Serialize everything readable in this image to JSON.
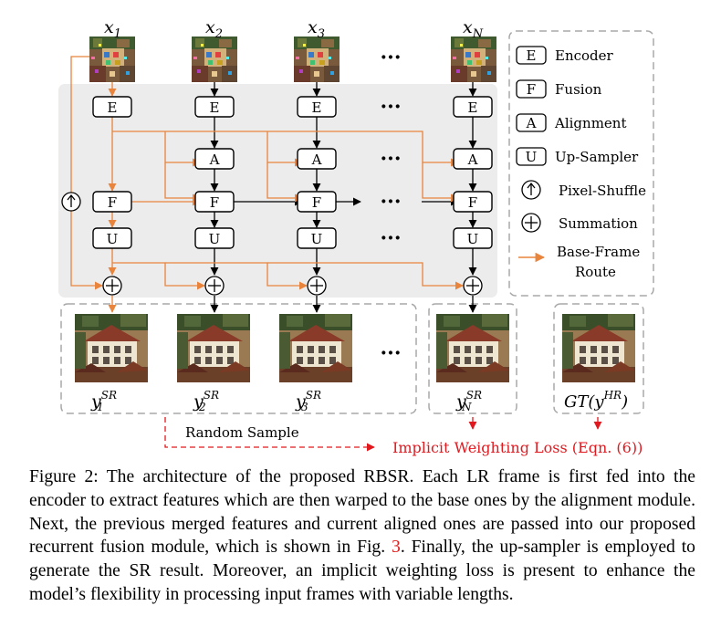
{
  "inputs": {
    "x1": {
      "base": "x",
      "sub": "1"
    },
    "x2": {
      "base": "x",
      "sub": "2"
    },
    "x3": {
      "base": "x",
      "sub": "3"
    },
    "xN": {
      "base": "x",
      "sub": "N"
    }
  },
  "module_letters": {
    "encoder": "E",
    "alignment": "A",
    "fusion": "F",
    "upsampler": "U"
  },
  "ellipsis": "···",
  "outputs": {
    "y1": {
      "base": "y",
      "sub": "1",
      "sup": "SR"
    },
    "y2": {
      "base": "y",
      "sub": "2",
      "sup": "SR"
    },
    "y3": {
      "base": "y",
      "sub": "3",
      "sup": "SR"
    },
    "yN": {
      "base": "y",
      "sub": "N",
      "sup": "SR"
    },
    "gt": {
      "prefix": "GT(",
      "base": "y",
      "sup": "HR",
      "suffix": ")"
    }
  },
  "labels": {
    "random_sample": "Random Sample",
    "loss": "Implicit Weighting Loss (Eqn. (6))"
  },
  "legend": {
    "encoder": {
      "key": "E",
      "label": "Encoder"
    },
    "fusion": {
      "key": "F",
      "label": "Fusion"
    },
    "alignment": {
      "key": "A",
      "label": "Alignment"
    },
    "upsampler": {
      "key": "U",
      "label": "Up-Sampler"
    },
    "pixel_shuffle": {
      "label": "Pixel-Shuffle"
    },
    "summation": {
      "label": "Summation"
    },
    "base_route_line1": "Base-Frame",
    "base_route_line2": "Route"
  },
  "colors": {
    "orange": "#e8843c",
    "loss_red": "#e0191f",
    "gray_panel": "#ececec",
    "dash_gray": "#a8a8a8"
  },
  "caption": {
    "text_before": "Figure 2: The architecture of the proposed RBSR. Each LR frame is first fed into the encoder to extract features which are then warped to the base ones by the alignment module. Next, the previous merged features and current aligned ones are passed into our proposed recurrent fusion module, which is shown in Fig. ",
    "ref": "3",
    "text_after": ". Finally, the up-sampler is employed to generate the SR result. Moreover, an implicit weighting loss is present to enhance the model’s flexibility in processing input frames with variable lengths."
  }
}
